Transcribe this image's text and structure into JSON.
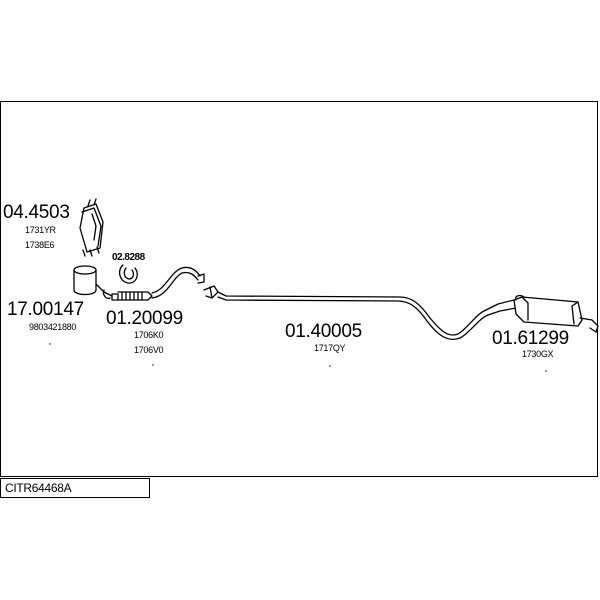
{
  "diagram": {
    "code": "CITR64468A",
    "parts": [
      {
        "number": "04.4503",
        "refs": [
          "1731YR",
          "1738E6"
        ]
      },
      {
        "number": "02.8288",
        "refs": []
      },
      {
        "number": "17.00147",
        "refs": [
          "9803421880"
        ]
      },
      {
        "number": "01.20099",
        "refs": [
          "1706K0",
          "1706V0"
        ]
      },
      {
        "number": "01.40005",
        "refs": [
          "1717QY"
        ]
      },
      {
        "number": "01.61299",
        "refs": [
          "1730GX"
        ]
      }
    ]
  }
}
